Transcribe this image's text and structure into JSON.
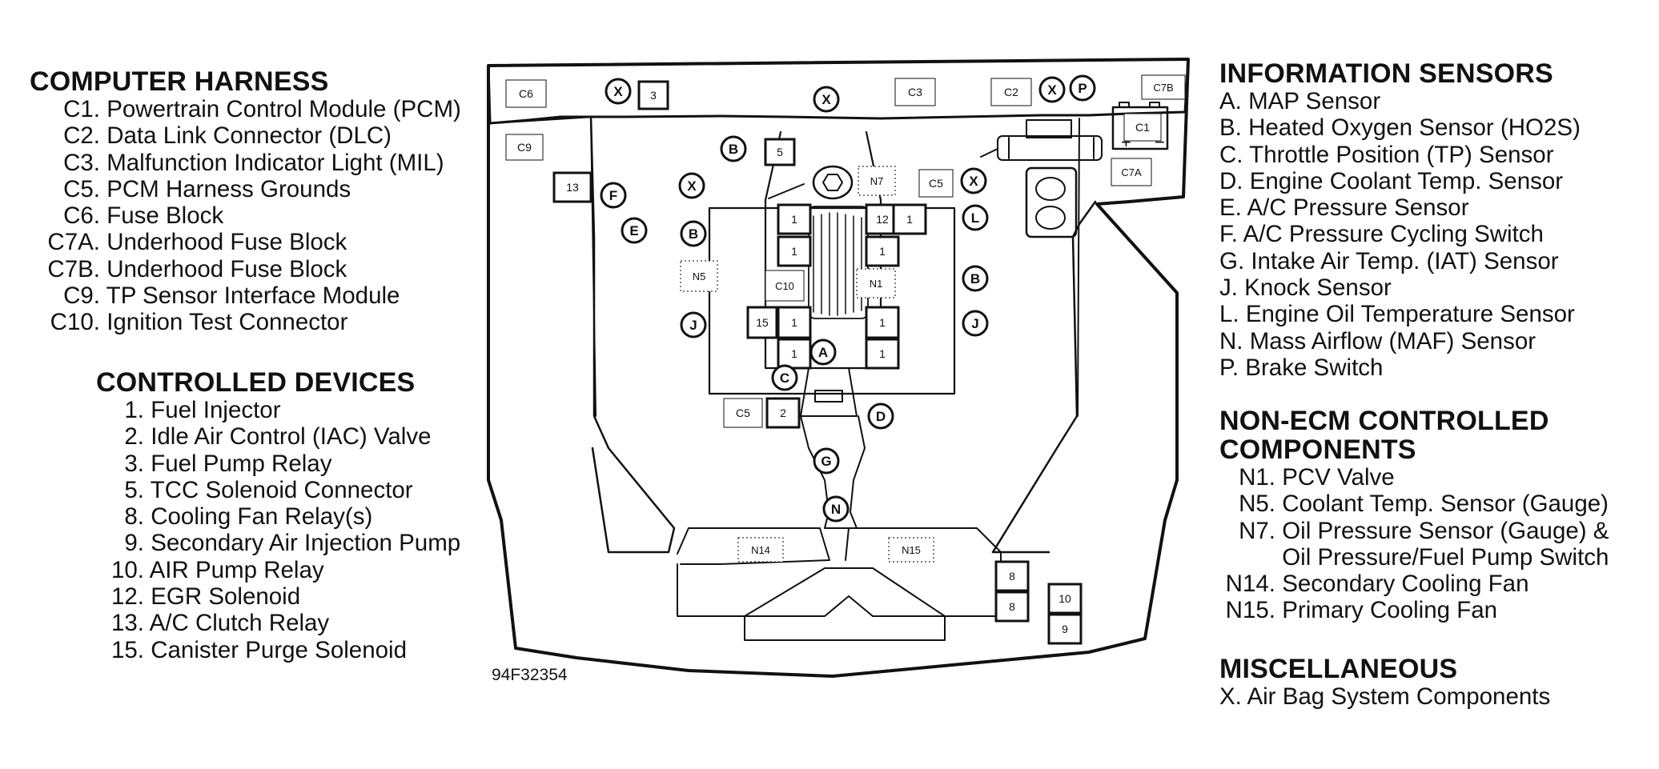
{
  "harness": {
    "title": "COMPUTER HARNESS",
    "items": [
      {
        "id": "C1.",
        "text": "Powertrain Control Module (PCM)"
      },
      {
        "id": "C2.",
        "text": "Data Link Connector (DLC)"
      },
      {
        "id": "C3.",
        "text": "Malfunction Indicator Light (MIL)"
      },
      {
        "id": "C5.",
        "text": "PCM Harness Grounds"
      },
      {
        "id": "C6.",
        "text": "Fuse Block"
      },
      {
        "id": "C7A.",
        "text": "Underhood Fuse Block"
      },
      {
        "id": "C7B.",
        "text": "Underhood Fuse Block"
      },
      {
        "id": "C9.",
        "text": "TP Sensor Interface Module"
      },
      {
        "id": "C10.",
        "text": "Ignition Test Connector"
      }
    ]
  },
  "controlled": {
    "title": "CONTROLLED DEVICES",
    "items": [
      {
        "id": "1.",
        "text": "Fuel Injector"
      },
      {
        "id": "2.",
        "text": "Idle Air Control (IAC) Valve"
      },
      {
        "id": "3.",
        "text": "Fuel Pump Relay"
      },
      {
        "id": "5.",
        "text": "TCC Solenoid Connector"
      },
      {
        "id": "8.",
        "text": "Cooling Fan Relay(s)"
      },
      {
        "id": "9.",
        "text": "Secondary Air Injection Pump"
      },
      {
        "id": "10.",
        "text": "AIR Pump Relay"
      },
      {
        "id": "12.",
        "text": "EGR Solenoid"
      },
      {
        "id": "13.",
        "text": "A/C Clutch Relay"
      },
      {
        "id": "15.",
        "text": "Canister Purge Solenoid"
      }
    ]
  },
  "sensors": {
    "title": "INFORMATION SENSORS",
    "items": [
      {
        "id": "A.",
        "text": "MAP Sensor"
      },
      {
        "id": "B.",
        "text": "Heated Oxygen Sensor (HO2S)"
      },
      {
        "id": "C.",
        "text": "Throttle Position (TP) Sensor"
      },
      {
        "id": "D.",
        "text": "Engine Coolant Temp. Sensor"
      },
      {
        "id": "E.",
        "text": "A/C Pressure Sensor"
      },
      {
        "id": "F.",
        "text": "A/C Pressure Cycling Switch"
      },
      {
        "id": "G.",
        "text": "Intake Air Temp. (IAT) Sensor"
      },
      {
        "id": "J.",
        "text": "Knock Sensor"
      },
      {
        "id": "L.",
        "text": "Engine Oil Temperature Sensor"
      },
      {
        "id": "N.",
        "text": "Mass Airflow (MAF) Sensor"
      },
      {
        "id": "P.",
        "text": "Brake Switch"
      }
    ]
  },
  "nonecm": {
    "title_line1": "NON-ECM CONTROLLED",
    "title_line2": "COMPONENTS",
    "items": [
      {
        "id": "N1.",
        "text": "PCV Valve"
      },
      {
        "id": "N5.",
        "text": "Coolant Temp. Sensor (Gauge)"
      },
      {
        "id": "N7.",
        "text": "Oil Pressure Sensor (Gauge) &"
      },
      {
        "id": "",
        "text": "Oil Pressure/Fuel Pump Switch"
      },
      {
        "id": "N14.",
        "text": "Secondary Cooling Fan"
      },
      {
        "id": "N15.",
        "text": "Primary Cooling Fan"
      }
    ]
  },
  "misc": {
    "title": "MISCELLANEOUS",
    "items": [
      {
        "id": "X.",
        "text": "Air Bag System Components"
      }
    ]
  },
  "diagram": {
    "figure_code": "94F32354",
    "battery_plus": "+",
    "battery_minus": "−",
    "square_labels": [
      "C6",
      "3",
      "C3",
      "C2",
      "C7B",
      "C1",
      "C9",
      "13",
      "5",
      "C5",
      "C7A",
      "1",
      "1",
      "12",
      "1",
      "1",
      "C10",
      "15",
      "1",
      "1",
      "1",
      "1",
      "C5",
      "2",
      "8",
      "8",
      "10",
      "9"
    ],
    "dotted_labels": [
      "N7",
      "N5",
      "N1",
      "N14",
      "N15"
    ],
    "circle_labels": [
      "X",
      "X",
      "X",
      "P",
      "B",
      "X",
      "X",
      "F",
      "E",
      "B",
      "L",
      "B",
      "J",
      "J",
      "A",
      "C",
      "D",
      "G",
      "N"
    ]
  }
}
